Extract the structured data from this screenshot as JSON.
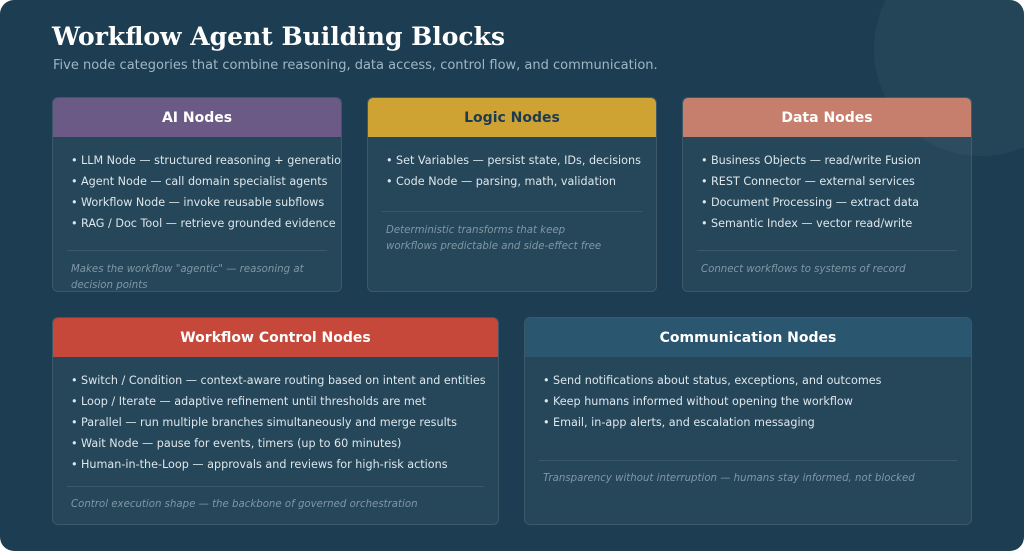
{
  "header": {
    "title": "Workflow Agent Building Blocks",
    "subtitle": "Five node categories that combine reasoning, data access, control flow, and communication."
  },
  "colors": {
    "background": "#1d3e52",
    "ai_header": "#6c5a86",
    "logic_header": "#cfa234",
    "data_header": "#c57f6c",
    "control_header": "#c5483a",
    "communication_header": "#2a5670"
  },
  "cards": {
    "ai": {
      "title": "AI Nodes",
      "items": [
        "LLM Node — structured reasoning + generation",
        "Agent Node — call domain specialist agents",
        "Workflow Node — invoke reusable subflows",
        "RAG / Doc Tool — retrieve grounded evidence"
      ],
      "footnote": "Makes the workflow \"agentic\" — reasoning at decision points"
    },
    "logic": {
      "title": "Logic Nodes",
      "items": [
        "Set Variables — persist state, IDs, decisions",
        "Code Node — parsing, math, validation"
      ],
      "footnote": "Deterministic transforms that keep workflows predictable and side-effect free"
    },
    "data": {
      "title": "Data Nodes",
      "items": [
        "Business Objects — read/write Fusion",
        "REST Connector — external services",
        "Document Processing — extract data",
        "Semantic Index — vector read/write"
      ],
      "footnote": "Connect workflows to systems of record"
    },
    "control": {
      "title": "Workflow Control Nodes",
      "items": [
        "Switch / Condition — context-aware routing based on intent and entities",
        "Loop / Iterate — adaptive refinement until thresholds are met",
        "Parallel — run multiple branches simultaneously and merge results",
        "Wait Node — pause for events, timers (up to 60 minutes)",
        "Human-in-the-Loop — approvals and reviews for high-risk actions"
      ],
      "footnote": "Control execution shape — the backbone of governed orchestration"
    },
    "communication": {
      "title": "Communication Nodes",
      "items": [
        "Send notifications about status, exceptions, and outcomes",
        "Keep humans informed without opening the workflow",
        "Email, in-app alerts, and escalation messaging"
      ],
      "footnote": "Transparency without interruption — humans stay informed, not blocked"
    }
  }
}
